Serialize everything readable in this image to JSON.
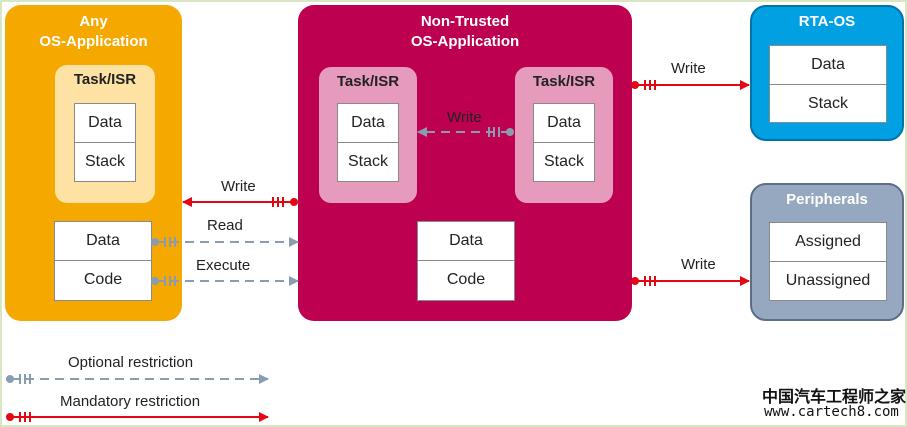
{
  "any_app": {
    "title_line1": "Any",
    "title_line2": "OS-Application",
    "task_title": "Task/ISR",
    "task_data": "Data",
    "task_stack": "Stack",
    "data": "Data",
    "code": "Code"
  },
  "non_trusted": {
    "title_line1": "Non-Trusted",
    "title_line2": "OS-Application",
    "task_left": {
      "title": "Task/ISR",
      "data": "Data",
      "stack": "Stack"
    },
    "task_right": {
      "title": "Task/ISR",
      "data": "Data",
      "stack": "Stack"
    },
    "data": "Data",
    "code": "Code"
  },
  "rta_os": {
    "title": "RTA-OS",
    "data": "Data",
    "stack": "Stack"
  },
  "peripherals": {
    "title": "Peripherals",
    "assigned": "Assigned",
    "unassigned": "Unassigned"
  },
  "arrows": {
    "task_write": "Write",
    "app_write": "Write",
    "read": "Read",
    "execute": "Execute",
    "rta_write": "Write",
    "periph_write": "Write"
  },
  "legend": {
    "optional": "Optional restriction",
    "mandatory": "Mandatory restriction"
  },
  "watermark": {
    "line1": "中国汽车工程师之家",
    "line2": "www.cartech8.com"
  },
  "colors": {
    "any_app": "#f5a800",
    "any_app_inner": "#fde2a3",
    "non_trusted": "#be0050",
    "non_trusted_inner": "#e79bbc",
    "rta_os": "#00a0e3",
    "peripherals": "#95a8bf",
    "mandatory": "#e30613",
    "optional": "#8a9cb0"
  }
}
